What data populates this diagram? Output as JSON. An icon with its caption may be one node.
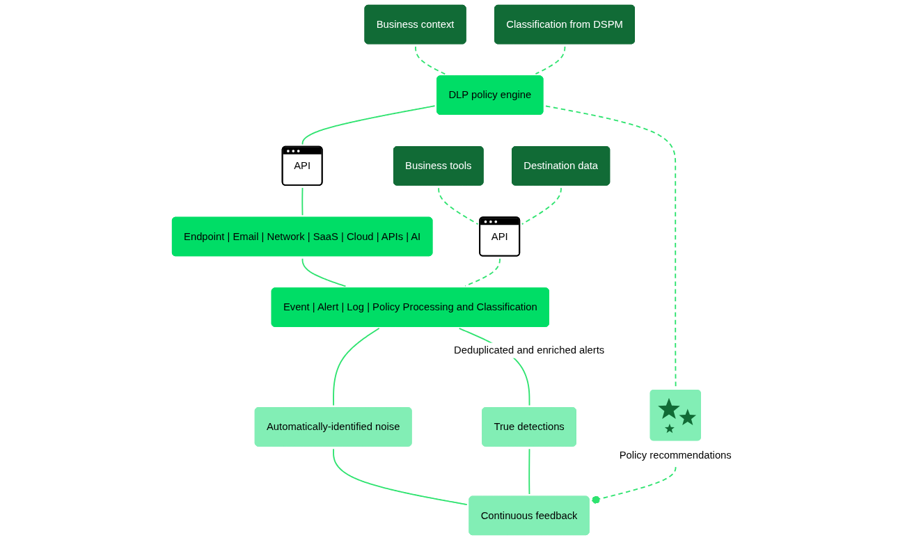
{
  "diagram": {
    "nodes": [
      {
        "text": [
          "Business context"
        ]
      },
      {
        "text": [
          "Classification from DSPM"
        ]
      },
      {
        "text": [
          "DLP policy engine"
        ]
      },
      {
        "text": [
          "API"
        ]
      },
      {
        "text": [
          "Endpoint | Email | Network | SaaS | Cloud | APIs | AI"
        ]
      },
      {
        "text": [
          "Business tools"
        ]
      },
      {
        "text": [
          "Destination data"
        ]
      },
      {
        "text": [
          "API"
        ]
      },
      {
        "text": [
          "Event | Alert | Log | Policy Processing and Classification"
        ]
      },
      {
        "text": [
          "Automatically-identified noise"
        ]
      },
      {
        "text": [
          "Continuous feedback"
        ]
      },
      {
        "text": [
          "True detections"
        ]
      },
      {
        "text": [
          "Policy recommendations"
        ]
      }
    ],
    "edges": [
      {
        "from": 0,
        "to": 2,
        "arrow": "none",
        "style": "dashed"
      },
      {
        "from": 1,
        "to": 2,
        "arrow": "none",
        "style": "dashed"
      },
      {
        "from": 2,
        "to": 12,
        "arrow": "none",
        "style": "dashed"
      },
      {
        "from": 2,
        "to": 3,
        "arrow": "none"
      },
      {
        "from": 3,
        "to": 4,
        "arrow": "none"
      },
      {
        "from": 4,
        "to": 8,
        "arrow": "none"
      },
      {
        "from": 5,
        "to": 7,
        "arrow": "none",
        "style": "dashed"
      },
      {
        "from": 6,
        "to": 7,
        "arrow": "none",
        "style": "dashed"
      },
      {
        "from": 7,
        "to": 8,
        "arrow": "none",
        "style": "dashed"
      },
      {
        "from": 8,
        "to": 9,
        "arrow": "none"
      },
      {
        "from": 8,
        "to": 11,
        "arrow": "none",
        "label": "Deduplicated and enriched alerts"
      },
      {
        "from": 9,
        "to": 10,
        "arrow": "none"
      },
      {
        "from": 11,
        "to": 10,
        "arrow": "none"
      },
      {
        "from": 12,
        "to": 10,
        "arrow": "other",
        "style": "dashed"
      }
    ]
  }
}
